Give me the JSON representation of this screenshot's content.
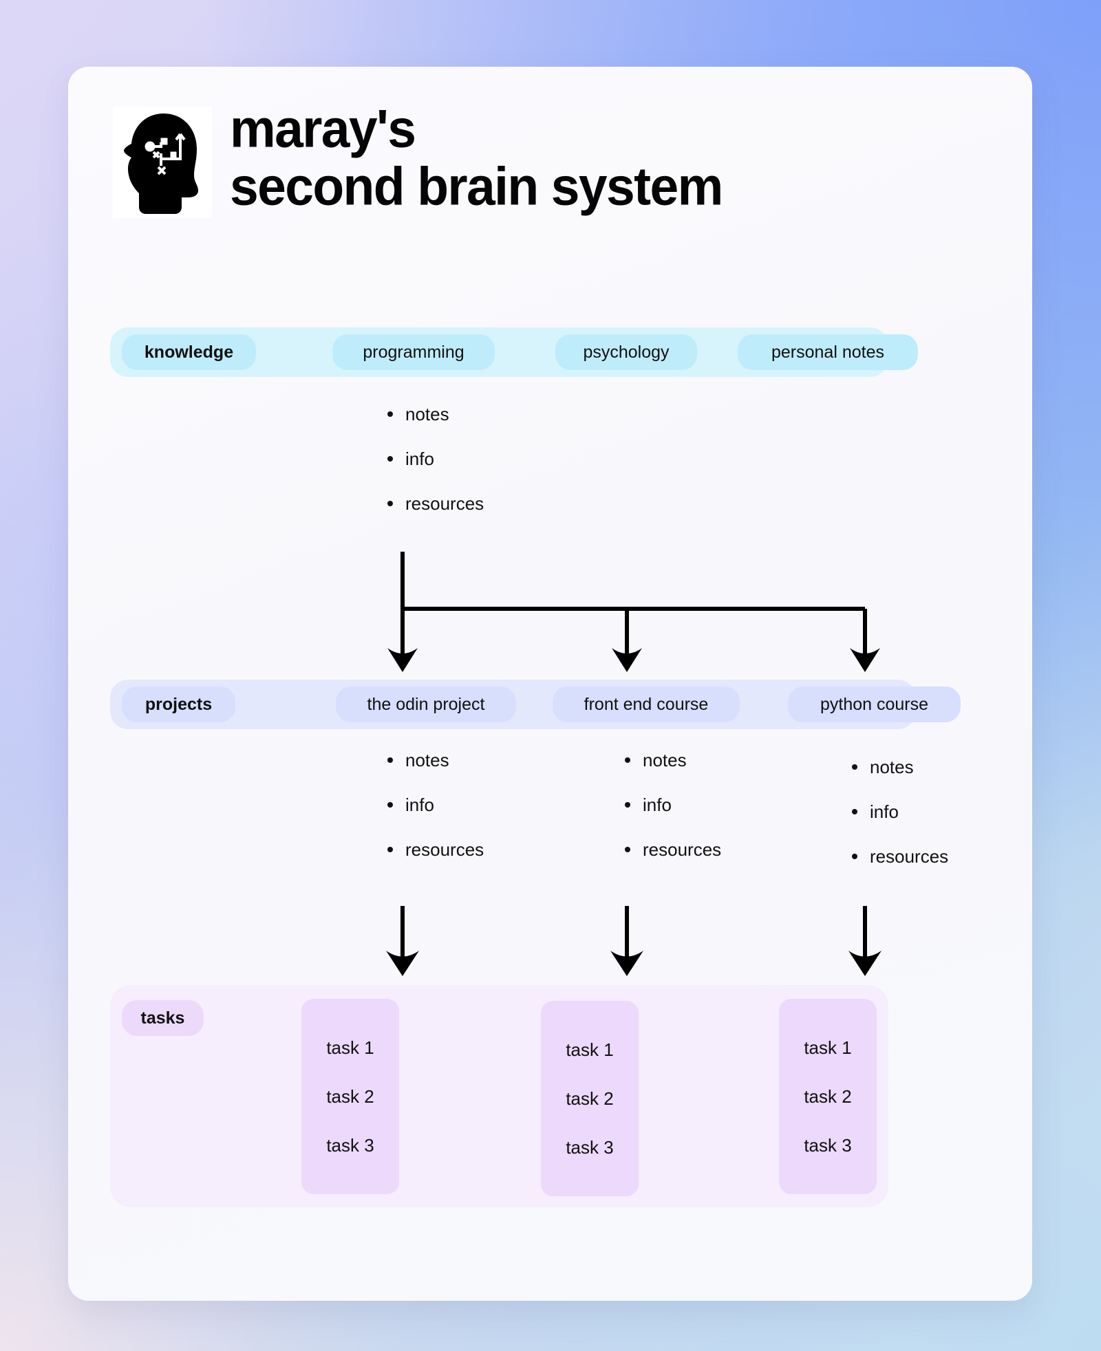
{
  "header": {
    "logo_icon": "brain-head-network-icon",
    "title_line1": "maray's",
    "title_line2": "second brain system"
  },
  "rows": {
    "knowledge": {
      "label": "knowledge",
      "tags": [
        "programming",
        "psychology",
        "personal notes"
      ],
      "bullets": [
        "notes",
        "info",
        "resources"
      ]
    },
    "projects": {
      "label": "projects",
      "tags": [
        "the odin project",
        "front end course",
        "python course"
      ],
      "bullet_groups": [
        [
          "notes",
          "info",
          "resources"
        ],
        [
          "notes",
          "info",
          "resources"
        ],
        [
          "notes",
          "info",
          "resources"
        ]
      ]
    },
    "tasks": {
      "label": "tasks",
      "cards": [
        [
          "task 1",
          "task 2",
          "task 3"
        ],
        [
          "task 1",
          "task 2",
          "task 3"
        ],
        [
          "task 1",
          "task 2",
          "task 3"
        ]
      ]
    }
  },
  "colors": {
    "knowledge_band": "#d7f4fc",
    "knowledge_pill": "#bfecfa",
    "projects_band": "#e3e8fd",
    "projects_pill": "#d7dffc",
    "tasks_band": "#f6edfd",
    "tasks_card": "#ecd9fb",
    "card_bg": "#fafafd",
    "text": "#101010",
    "connector": "#000000"
  },
  "connectors": {
    "knowledge_to_projects": "one-to-three-fork-arrows",
    "projects_to_tasks": "three-straight-arrows"
  }
}
